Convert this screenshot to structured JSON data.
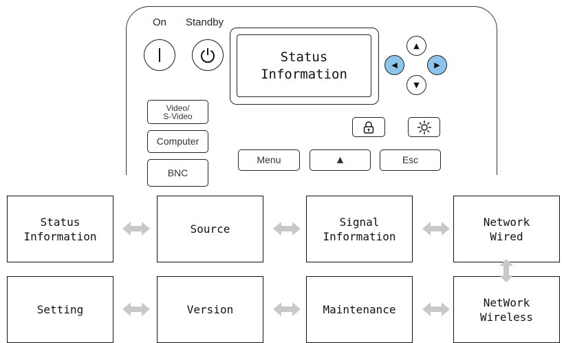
{
  "panel": {
    "on_label": "On",
    "standby_label": "Standby",
    "display": {
      "line1": "Status",
      "line2": "Information"
    },
    "buttons": {
      "video_line1": "Video/",
      "video_line2": "S-Video",
      "computer": "Computer",
      "bnc": "BNC",
      "menu": "Menu",
      "esc": "Esc"
    },
    "icons": {
      "power_on": "power-on-icon",
      "standby": "standby-icon",
      "lock": "lock-icon",
      "brightness": "sun-icon",
      "up": "triangle-up-icon",
      "down": "triangle-down-icon",
      "left": "triangle-left-icon",
      "right": "triangle-right-icon",
      "enter_up": "triangle-up-icon"
    },
    "highlight_color": "#8cc4ec"
  },
  "flow": {
    "nodes": [
      {
        "line1": "Status",
        "line2": "Information"
      },
      {
        "line1": "Source",
        "line2": ""
      },
      {
        "line1": "Signal",
        "line2": "Information"
      },
      {
        "line1": "Network",
        "line2": "Wired"
      },
      {
        "line1": "Setting",
        "line2": ""
      },
      {
        "line1": "Version",
        "line2": ""
      },
      {
        "line1": "Maintenance",
        "line2": ""
      },
      {
        "line1": "NetWork",
        "line2": "Wireless"
      }
    ],
    "arrow_color": "#c8c8c8"
  }
}
